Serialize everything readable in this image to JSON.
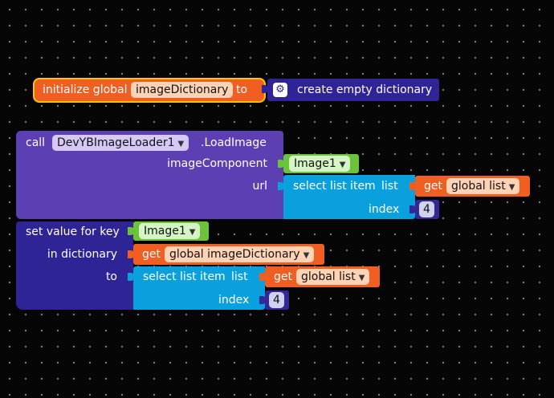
{
  "init_block": {
    "label": "initialize global",
    "var_name": "imageDictionary",
    "to": "to",
    "value": {
      "label": "create empty dictionary",
      "icon": "gear-icon"
    }
  },
  "call_block": {
    "call": "call",
    "component": "DevYBImageLoader1",
    "method": ".LoadImage",
    "params": [
      {
        "name": "imageComponent",
        "value": "Image1"
      },
      {
        "name": "url"
      }
    ],
    "url_value": {
      "label": "select list item",
      "list_label": "list",
      "index_label": "index",
      "get": "get",
      "list_var": "global list",
      "index": "4"
    }
  },
  "set_block": {
    "label": "set value for key",
    "key": "Image1",
    "in_dictionary": "in dictionary",
    "to": "to",
    "dict_get": "get",
    "dict_var": "global imageDictionary",
    "value": {
      "label": "select list item",
      "list_label": "list",
      "index_label": "index",
      "get": "get",
      "list_var": "global list",
      "index": "4"
    }
  },
  "colors": {
    "background": "#050505",
    "variable": "#f15e22",
    "component": "#5d3fb4",
    "list": "#0aa0de",
    "math": "#2f2496",
    "text_component": "#6cc33b"
  }
}
